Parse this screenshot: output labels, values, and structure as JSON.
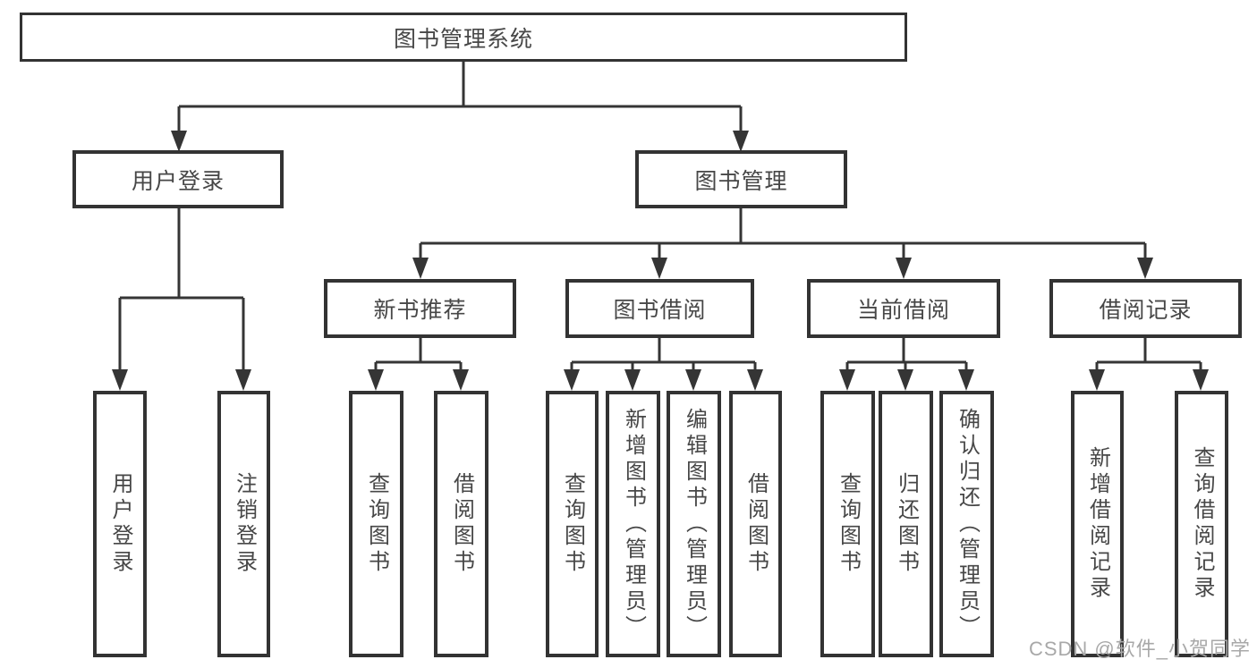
{
  "diagram": {
    "root": {
      "label": "图书管理系统"
    },
    "login": {
      "label": "用户登录",
      "children": [
        {
          "label": "用户登录"
        },
        {
          "label": "注销登录"
        }
      ]
    },
    "manage": {
      "label": "图书管理",
      "children": [
        {
          "label": "新书推荐",
          "children": [
            {
              "label": "查询图书"
            },
            {
              "label": "借阅图书"
            }
          ]
        },
        {
          "label": "图书借阅",
          "children": [
            {
              "label": "查询图书"
            },
            {
              "label": "新增图书（管理员）"
            },
            {
              "label": "编辑图书（管理员）"
            },
            {
              "label": "借阅图书"
            }
          ]
        },
        {
          "label": "当前借阅",
          "children": [
            {
              "label": "查询图书"
            },
            {
              "label": "归还图书"
            },
            {
              "label": "确认归还（管理员）"
            }
          ]
        },
        {
          "label": "借阅记录",
          "children": [
            {
              "label": "新增借阅记录"
            },
            {
              "label": "查询借阅记录"
            }
          ]
        }
      ]
    }
  },
  "watermark": {
    "text": "CSDN @软件_小贺同学"
  },
  "colors": {
    "line": "#353535",
    "box_border": "#333333",
    "text": "#474747",
    "watermark": "#a8a8a8",
    "background": "#ffffff"
  }
}
